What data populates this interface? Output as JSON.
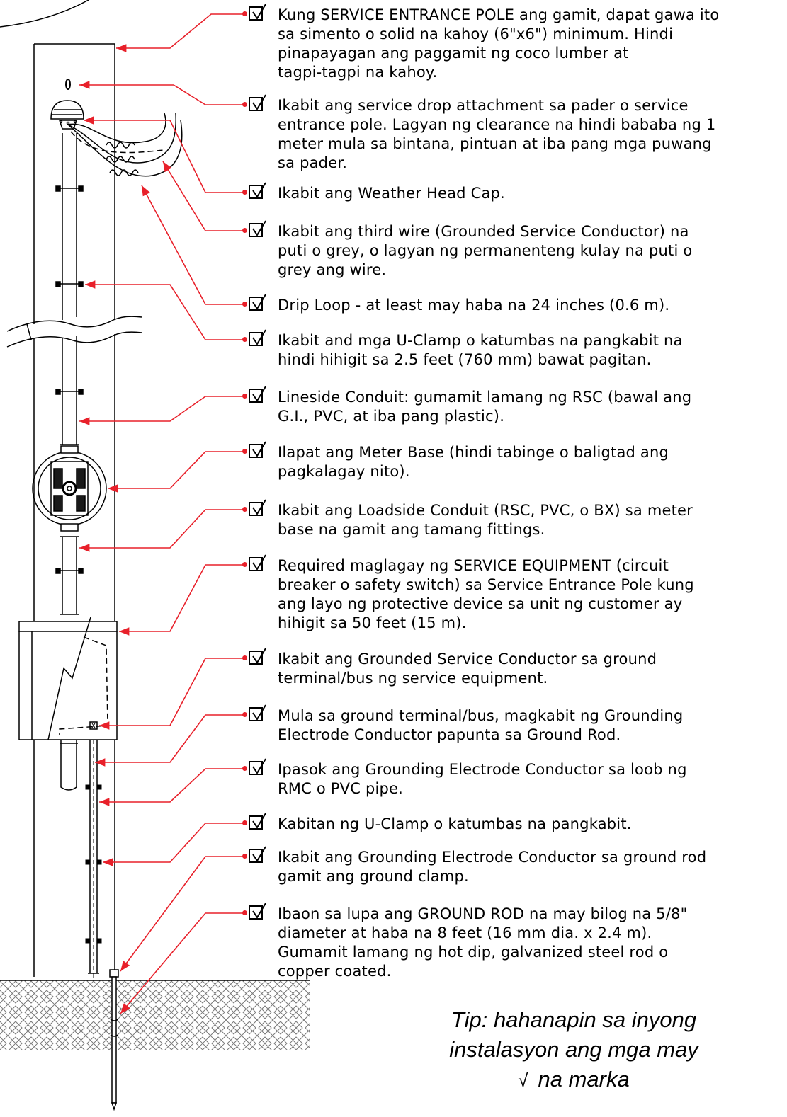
{
  "notes": [
    {
      "id": "pole",
      "lines": [
        "Kung SERVICE ENTRANCE POLE ang gamit, dapat gawa ito",
        "sa simento o solid na kahoy (6\"x6\") minimum. Hindi",
        "pinapayagan ang paggamit ng coco lumber at",
        "tagpi-tagpi na kahoy."
      ]
    },
    {
      "id": "drop",
      "lines": [
        "Ikabit ang service drop attachment sa pader o service",
        "entrance pole. Lagyan ng clearance na hindi bababa ng 1",
        "meter mula sa bintana, pintuan at iba pang mga puwang",
        "sa pader."
      ]
    },
    {
      "id": "weather",
      "lines": [
        "Ikabit ang Weather Head Cap."
      ]
    },
    {
      "id": "third",
      "lines": [
        "Ikabit ang third wire (Grounded Service Conductor) na",
        "puti o grey, o lagyan ng permanenteng kulay na puti o",
        "grey ang wire."
      ]
    },
    {
      "id": "drip",
      "lines": [
        "Drip Loop - at least may haba na 24 inches (0.6 m)."
      ]
    },
    {
      "id": "uclamp",
      "lines": [
        "Ikabit and mga U-Clamp o katumbas na pangkabit na",
        "hindi hihigit sa 2.5 feet (760 mm) bawat pagitan."
      ]
    },
    {
      "id": "lineside",
      "lines": [
        "Lineside Conduit: gumamit lamang ng RSC (bawal ang",
        "G.I., PVC, at iba pang plastic)."
      ]
    },
    {
      "id": "meter",
      "lines": [
        "Ilapat ang Meter Base (hindi tabinge o baligtad ang",
        "pagkalagay nito)."
      ]
    },
    {
      "id": "loadside",
      "lines": [
        "Ikabit ang Loadside Conduit (RSC, PVC, o BX) sa meter",
        "base na gamit ang tamang fittings."
      ]
    },
    {
      "id": "equip",
      "lines": [
        "Required maglagay ng SERVICE EQUIPMENT (circuit",
        "breaker o safety switch) sa Service Entrance Pole kung",
        "ang layo ng protective device sa unit ng customer ay",
        "hihigit sa 50 feet (15 m)."
      ]
    },
    {
      "id": "gsc",
      "lines": [
        "Ikabit ang Grounded Service Conductor sa ground",
        "terminal/bus ng service equipment."
      ]
    },
    {
      "id": "gec",
      "lines": [
        "Mula sa ground terminal/bus, magkabit ng Grounding",
        "Electrode Conductor papunta sa Ground Rod."
      ]
    },
    {
      "id": "pipe",
      "lines": [
        "Ipasok ang Grounding Electrode Conductor sa loob ng",
        "RMC o PVC pipe."
      ]
    },
    {
      "id": "clamp2",
      "lines": [
        "Kabitan ng U-Clamp o katumbas na pangkabit."
      ]
    },
    {
      "id": "clamp3",
      "lines": [
        "Ikabit ang Grounding Electrode Conductor sa ground rod",
        "gamit ang ground clamp."
      ]
    },
    {
      "id": "rod",
      "lines": [
        "Ibaon sa lupa ang GROUND ROD na may bilog na 5/8\"",
        "diameter at haba na 8 feet (16 mm dia. x 2.4 m).",
        "Gumamit lamang ng hot dip, galvanized steel rod o",
        "copper coated."
      ]
    }
  ],
  "tip": {
    "line1": "Tip: hahanapin sa inyong",
    "line2": "instalasyon ang mga may",
    "mark": "√",
    "line3": "na marka"
  },
  "colors": {
    "leader": "#e8202a",
    "ink": "#000000",
    "paper": "#ffffff"
  },
  "icons": {
    "checkbox": "checkbox-checked-icon"
  }
}
